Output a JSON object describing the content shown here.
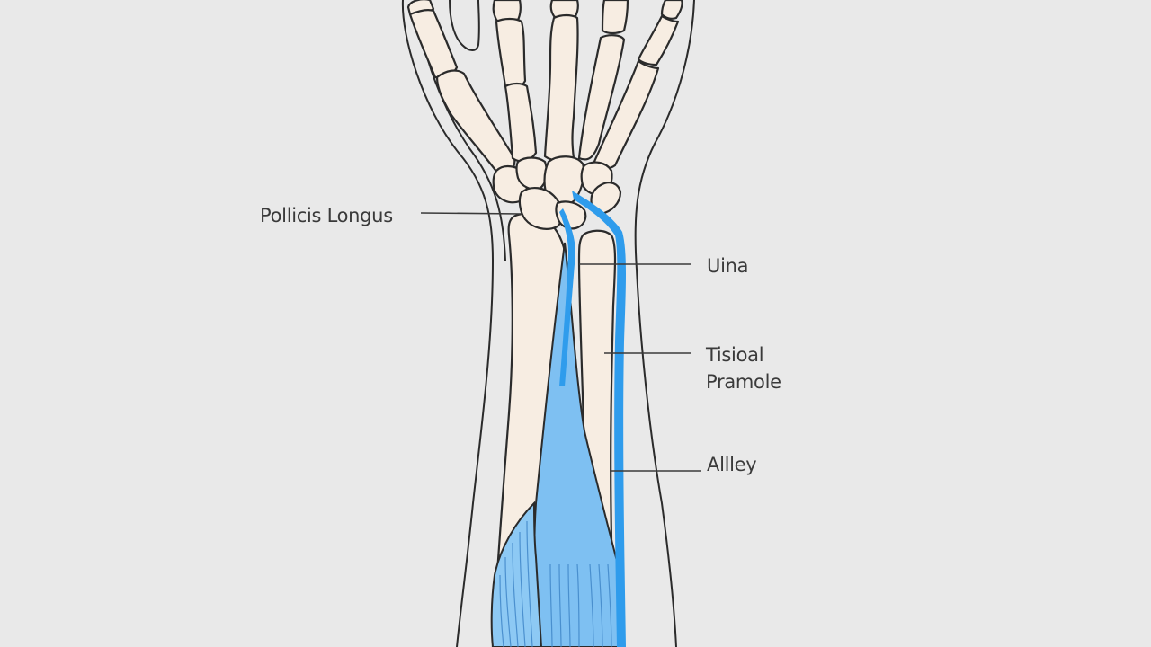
{
  "diagram": {
    "subject": "Hand and forearm skeleton with tendons",
    "colors": {
      "background": "#e9e9e9",
      "bone": "#f7ede2",
      "outline": "#2b2b2b",
      "muscle": "#7ec0f2",
      "tendon": "#2f9cec",
      "label_text": "#3a3a3a"
    },
    "labels": [
      {
        "id": "pollicis-longus",
        "text": "Pollicis Longus",
        "side": "left"
      },
      {
        "id": "ulna",
        "text": "Uina",
        "side": "right"
      },
      {
        "id": "tisioal-pramole",
        "text": "Tisioal\nPramole",
        "side": "right"
      },
      {
        "id": "alley",
        "text": "Allley",
        "side": "right"
      }
    ]
  }
}
